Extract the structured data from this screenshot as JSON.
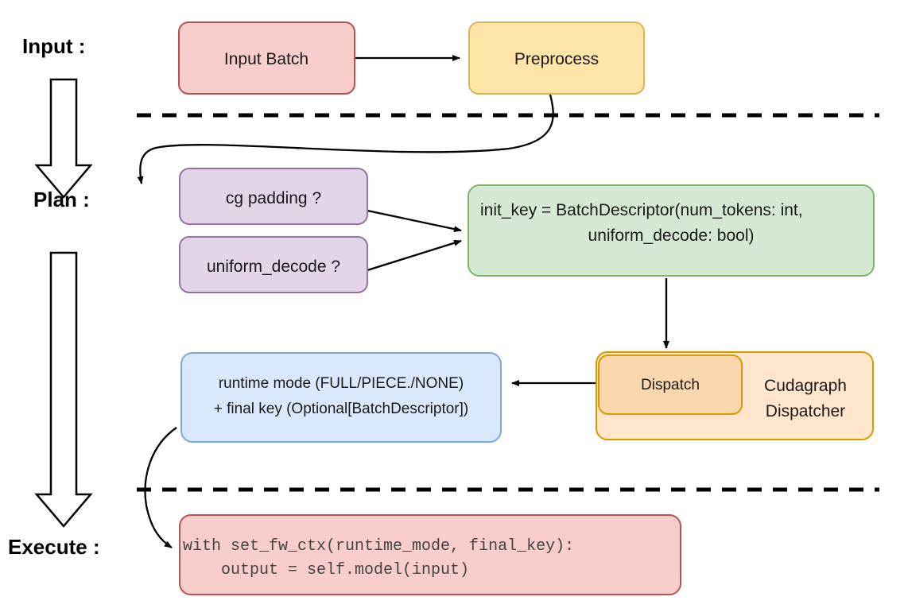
{
  "diagram": {
    "title_stages": [
      {
        "id": "input",
        "label": "Input :"
      },
      {
        "id": "plan",
        "label": "Plan :"
      },
      {
        "id": "execute",
        "label": "Execute :"
      }
    ],
    "nodes": {
      "input_batch": {
        "label": "Input Batch",
        "fill": "#f8cecc",
        "stroke": "#b85450"
      },
      "preprocess": {
        "label": "Preprocess",
        "fill": "#ffe6a8",
        "stroke": "#d6b656"
      },
      "cg_padding": {
        "label": "cg padding ?",
        "fill": "#e1d5e7",
        "stroke": "#9673a6"
      },
      "uniform_decode": {
        "label": "uniform_decode ?",
        "fill": "#e1d5e7",
        "stroke": "#9673a6"
      },
      "init_key": {
        "line1": "init_key = BatchDescriptor(num_tokens: int,",
        "line2": "uniform_decode: bool)",
        "fill": "#d5e8d4",
        "stroke": "#82b366"
      },
      "cudagraph_dispatcher": {
        "line1": "Cudagraph",
        "line2": "Dispatcher",
        "fill": "#ffe6cc",
        "stroke": "#d79b00"
      },
      "dispatch": {
        "label": "Dispatch",
        "fill": "#fad7ac",
        "stroke": "#d79b00"
      },
      "runtime_mode": {
        "line1": "runtime mode (FULL/PIECE./NONE)",
        "line2": "+ final key (Optional[BatchDescriptor])",
        "fill": "#dae8fc",
        "stroke": "#7ea6e0"
      },
      "code_block": {
        "line1": "with set_fw_ctx(runtime_mode, final_key):",
        "line2": "    output = self.model(input)",
        "fill": "#f8cecc",
        "stroke": "#b85450"
      }
    },
    "dividers": [
      {
        "id": "input-plan-divider"
      },
      {
        "id": "plan-execute-divider"
      }
    ],
    "flow_arrows": [
      {
        "id": "input-batch-to-preprocess"
      },
      {
        "id": "preprocess-to-cg-padding"
      },
      {
        "id": "cg-padding-to-init-key"
      },
      {
        "id": "uniform-decode-to-init-key"
      },
      {
        "id": "init-key-to-dispatch"
      },
      {
        "id": "dispatch-to-runtime-mode"
      },
      {
        "id": "runtime-mode-to-code-block"
      }
    ],
    "stage_block_arrows": [
      {
        "id": "input-to-plan-block-arrow"
      },
      {
        "id": "plan-to-execute-block-arrow"
      }
    ]
  }
}
